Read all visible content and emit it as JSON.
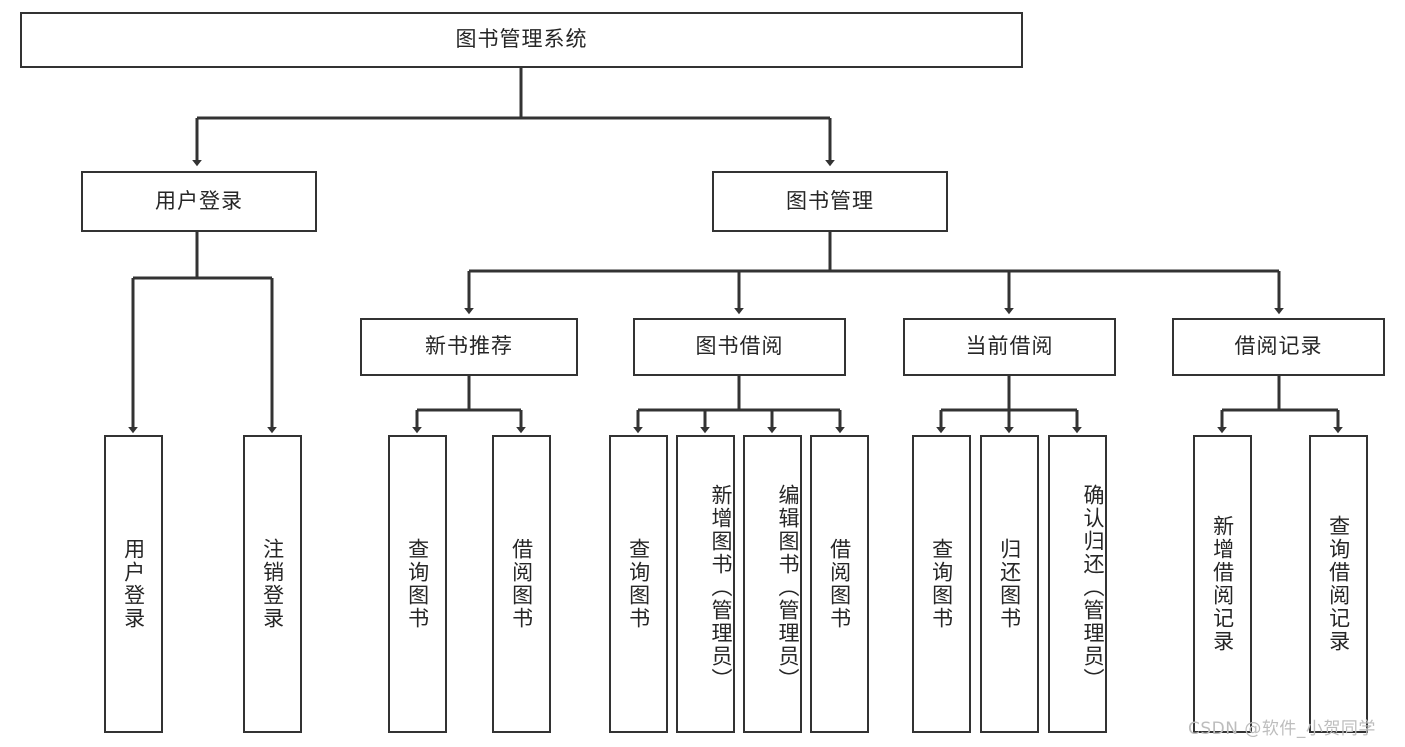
{
  "diagram": {
    "type": "tree-hierarchy-chart",
    "title": "图书管理系统",
    "background": "#ffffff",
    "line_color": "#333333",
    "text_color": "#262626",
    "root": {
      "label": "图书管理系统",
      "orientation": "horizontal"
    },
    "level1": [
      {
        "label": "用户登录",
        "orientation": "horizontal"
      },
      {
        "label": "图书管理",
        "orientation": "horizontal"
      }
    ],
    "level2": [
      {
        "label": "新书推荐",
        "orientation": "horizontal",
        "parent": "图书管理"
      },
      {
        "label": "图书借阅",
        "orientation": "horizontal",
        "parent": "图书管理"
      },
      {
        "label": "当前借阅",
        "orientation": "horizontal",
        "parent": "图书管理"
      },
      {
        "label": "借阅记录",
        "orientation": "horizontal",
        "parent": "图书管理"
      }
    ],
    "leaves": {
      "user_login": [
        {
          "label": "用户登录",
          "orientation": "vertical"
        },
        {
          "label": "注销登录",
          "orientation": "vertical"
        }
      ],
      "new_book_recommend": [
        {
          "label": "查询图书",
          "orientation": "vertical"
        },
        {
          "label": "借阅图书",
          "orientation": "vertical"
        }
      ],
      "book_borrow": [
        {
          "label": "查询图书",
          "orientation": "vertical"
        },
        {
          "label": "新增图书（管理员）",
          "orientation": "vertical"
        },
        {
          "label": "编辑图书（管理员）",
          "orientation": "vertical"
        },
        {
          "label": "借阅图书",
          "orientation": "vertical"
        }
      ],
      "current_borrow": [
        {
          "label": "查询图书",
          "orientation": "vertical"
        },
        {
          "label": "归还图书",
          "orientation": "vertical"
        },
        {
          "label": "确认归还（管理员）",
          "orientation": "vertical"
        }
      ],
      "borrow_record": [
        {
          "label": "新增借阅记录",
          "orientation": "vertical"
        },
        {
          "label": "查询借阅记录",
          "orientation": "vertical"
        }
      ]
    }
  },
  "watermark": {
    "text": "CSDN @软件_小贺同学"
  }
}
